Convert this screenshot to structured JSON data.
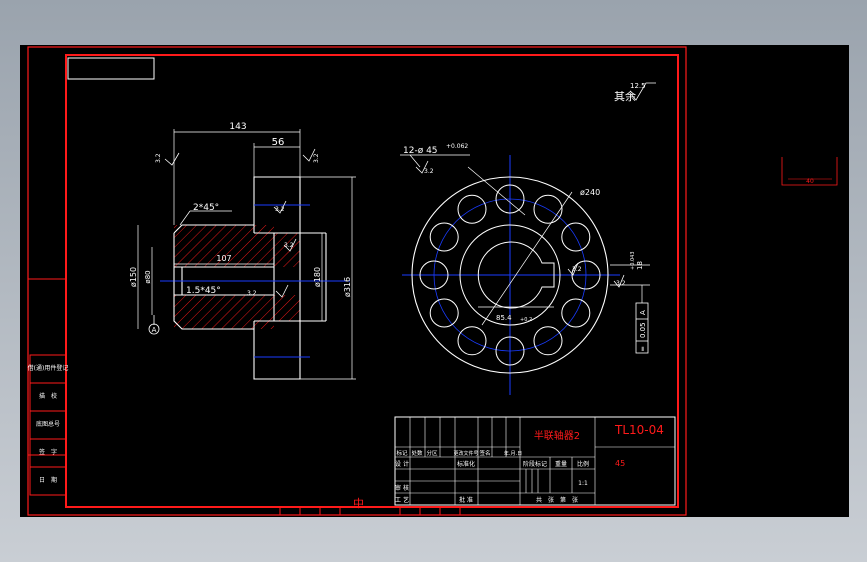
{
  "colors": {
    "frame": "#ff1a1a",
    "object": "#ffffff",
    "center_line": "#1a3cff",
    "dimension": "#ffffff",
    "hatch": "#ff1a1a",
    "background": "#000000",
    "page": "#b0b7bf"
  },
  "side_view": {
    "dim_total_width": "143",
    "dim_hub_width": "56",
    "dim_bore": "107",
    "dim_dia_150": "ø150",
    "dim_dia_180": "ø180",
    "dim_dia_316": "ø316",
    "dim_small_dia": "ø80",
    "chamfer_large": "2*45°",
    "chamfer_small": "1.5*45°",
    "rough_a": "3.2",
    "rough_b": "3.2",
    "rough_c": "3.2",
    "rough_d": "3.2",
    "rough_e": "3.2",
    "datum": "A"
  },
  "front_view": {
    "hole_callout": "12-ø 45",
    "hole_tolerance": "+0.062",
    "hole_roughness": "3.2",
    "dim_pcd": "ø240",
    "dim_keyway": "85.4",
    "dim_keyway_tol": "+0.2",
    "dim_key_width": "18",
    "dim_key_tol": "+0.043",
    "rough_key": "3.2",
    "rough_side": "3.2",
    "tolerance_frame_sym": "═",
    "tolerance_frame_val": "0.05",
    "tolerance_frame_ref": "A"
  },
  "surface_finish_note": {
    "label": "其余",
    "value": "12.5"
  },
  "left_strip_labels": [
    "借(通)用件登记",
    "描　校",
    "底图总号",
    "签　字",
    "日　期"
  ],
  "title_block": {
    "part_name": "半联轴器2",
    "drawing_no": "TL10-04",
    "material": "45",
    "scale": "1:1",
    "weight": "",
    "header_row": [
      "标记",
      "处数",
      "分区",
      "更改文件号",
      "签名",
      "年.月.日"
    ],
    "row_design": [
      "设 计",
      "",
      "标准化"
    ],
    "row_check": [
      "审 核",
      ""
    ],
    "row_process": [
      "工 艺",
      "",
      "批 准"
    ],
    "stage_label": "阶段标记",
    "weight_label": "重量",
    "scale_label": "比例",
    "sheet_text": "共　张　第　张"
  },
  "right_panel": {
    "dim": "40"
  },
  "bottom_center_mark": "中"
}
